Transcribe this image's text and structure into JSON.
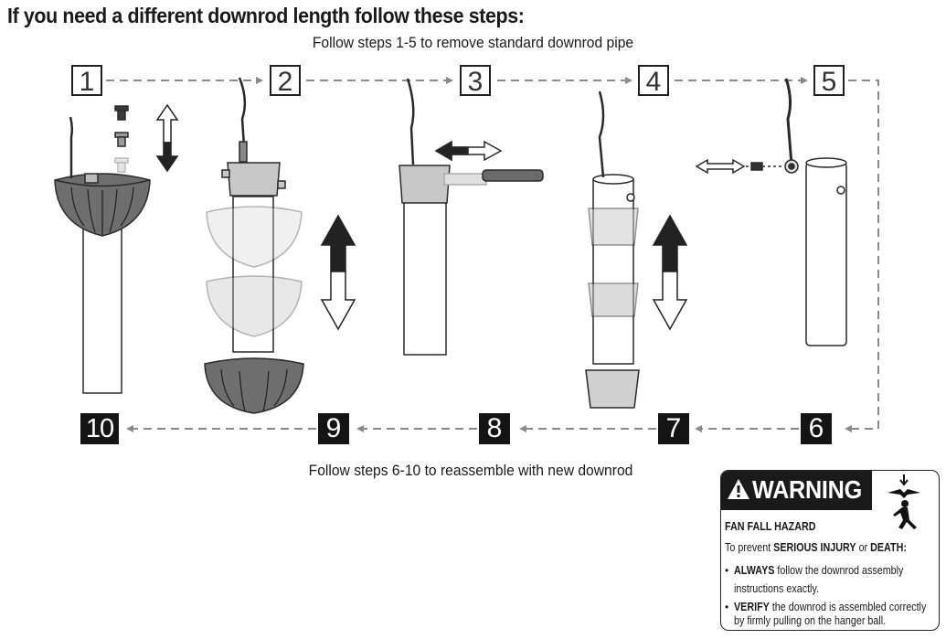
{
  "heading": "If you need a different downrod length follow these steps:",
  "subtitle": "Follow steps 1-5 to remove standard downrod pipe",
  "bottom_caption": "Follow steps 6-10 to reassemble with new downrod",
  "steps_top": [
    "1",
    "2",
    "3",
    "4",
    "5"
  ],
  "steps_bottom": [
    "6",
    "7",
    "8",
    "9",
    "10"
  ],
  "warning": {
    "title": "WARNING",
    "hazard": "FAN FALL HAZARD",
    "intro_prefix": "To prevent ",
    "intro_emphasis1": "SERIOUS INJURY",
    "intro_mid": " or ",
    "intro_emphasis2": "DEATH:",
    "bullet1_keyword": "ALWAYS",
    "bullet1_line1_rest": " follow the downrod assembly",
    "bullet1_line2": "instructions exactly.",
    "bullet2_keyword": "VERIFY",
    "bullet2_line1_rest": " the downrod is assembled correctly",
    "bullet2_line2": "by firmly pulling on the hanger ball."
  },
  "colors": {
    "line": "#8a8a8a",
    "dark_fill": "#6e6e6e",
    "light_fill": "#c8c8c8",
    "ghost_fill": "#e6e6e6"
  }
}
